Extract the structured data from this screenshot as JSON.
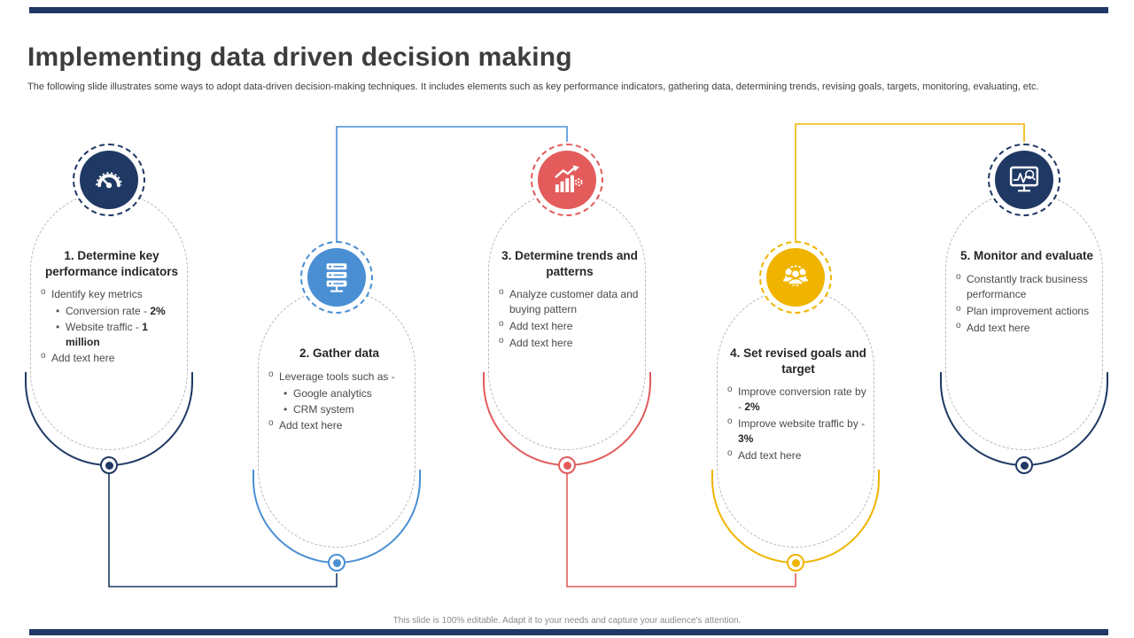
{
  "slide": {
    "title": "Implementing data driven decision making",
    "subtitle": "The following slide illustrates some ways to adopt data-driven decision-making techniques. It includes elements such as key performance indicators, gathering data, determining trends, revising goals, targets, monitoring, evaluating, etc.",
    "footer": "This slide is 100% editable.  Adapt it to your needs and capture your audience's attention."
  },
  "colors": {
    "navy": "#1F3864",
    "blue": "#4A8FD4",
    "red": "#E35B5B",
    "yellow": "#F0B400"
  },
  "cards": [
    {
      "title": "1. Determine key performance indicators",
      "color": "#1F3864",
      "icon": "gauge-icon",
      "items": [
        {
          "text": "Identify key metrics"
        },
        {
          "text": "Conversion rate - ",
          "bold": "2%"
        },
        {
          "text": "Website traffic - ",
          "bold": "1 million"
        },
        {
          "text": "Add text here"
        }
      ]
    },
    {
      "title": "2. Gather data",
      "color": "#4A8FD4",
      "icon": "server-icon",
      "items": [
        {
          "text": "Leverage tools such as - "
        },
        {
          "text": "Google analytics"
        },
        {
          "text": "CRM system"
        },
        {
          "text": "Add text here"
        }
      ]
    },
    {
      "title": "3. Determine trends and patterns",
      "color": "#E35B5B",
      "icon": "growth-chart-icon",
      "items": [
        {
          "text": "Analyze customer data and buying pattern"
        },
        {
          "text": "Add text here"
        },
        {
          "text": "Add text here"
        }
      ]
    },
    {
      "title": "4. Set revised goals and target",
      "color": "#F0B400",
      "icon": "team-icon",
      "items": [
        {
          "text": "Improve conversion rate by - ",
          "bold": "2%"
        },
        {
          "text": "Improve website traffic by - ",
          "bold": "3%"
        },
        {
          "text": "Add text here"
        }
      ]
    },
    {
      "title": "5. Monitor and evaluate",
      "color": "#1F3864",
      "icon": "monitor-icon",
      "items": [
        {
          "text": "Constantly track business performance"
        },
        {
          "text": "Plan improvement actions"
        },
        {
          "text": "Add text here"
        }
      ]
    }
  ]
}
